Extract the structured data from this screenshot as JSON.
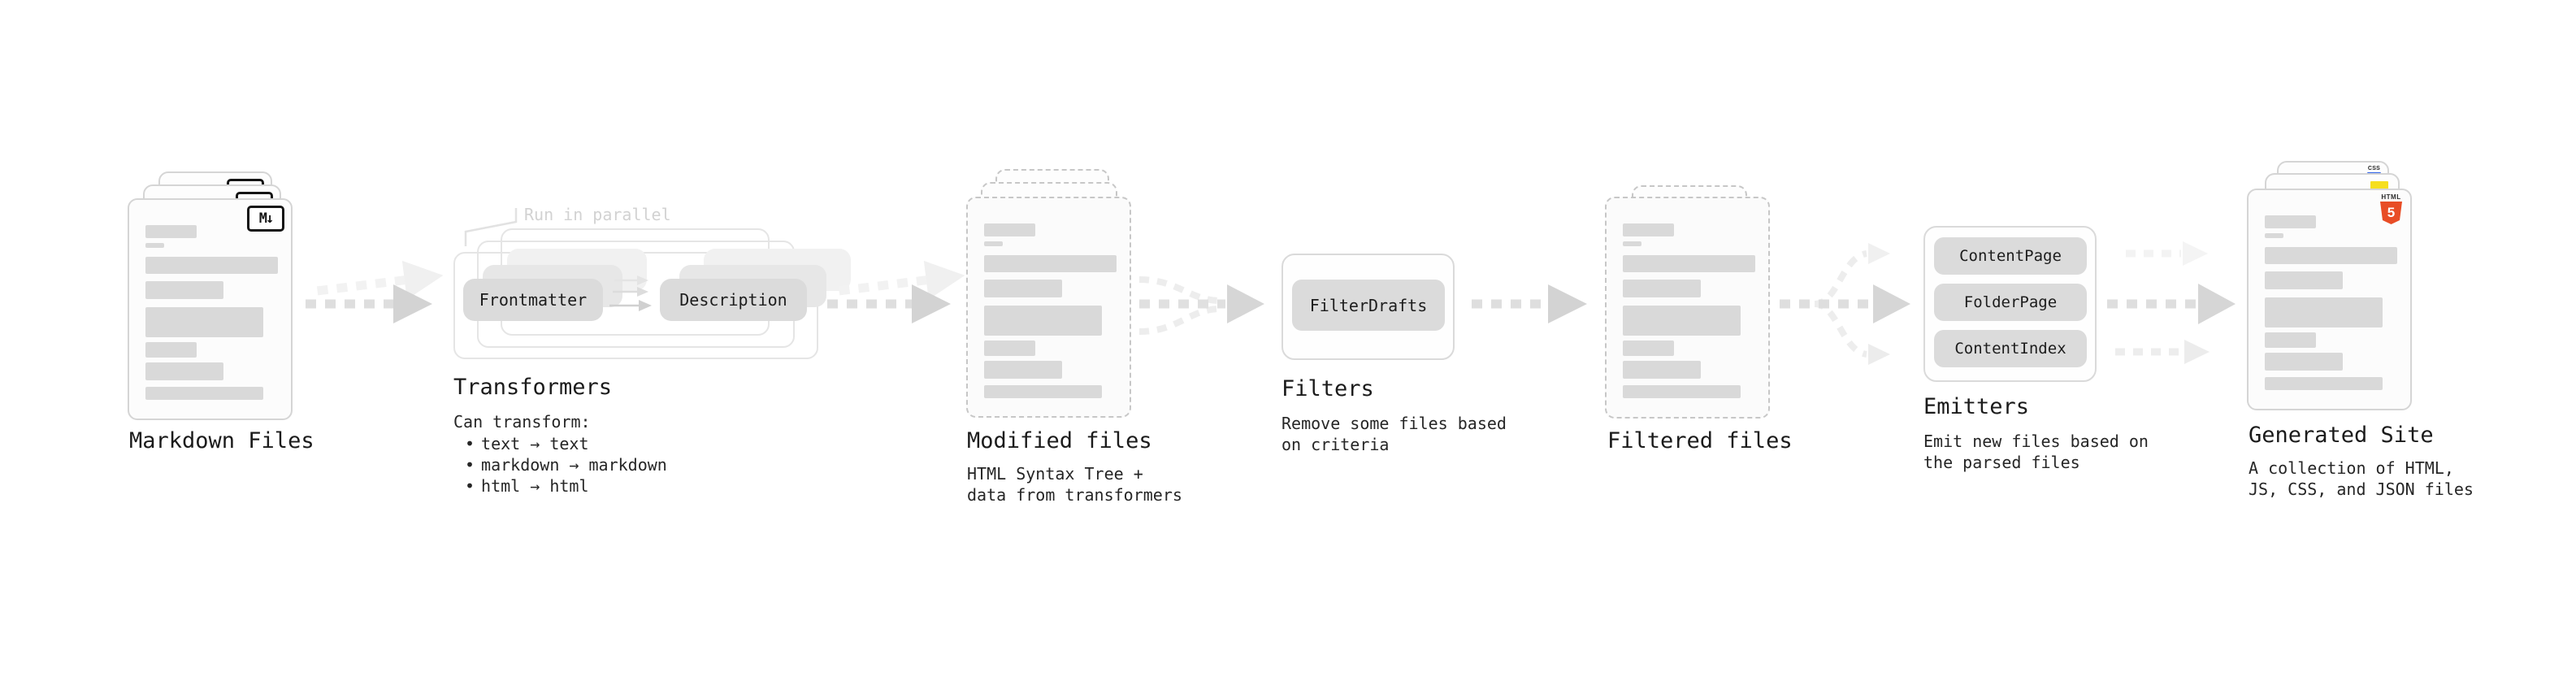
{
  "stages": {
    "markdown_files": {
      "label": "Markdown Files",
      "badge": "M↓"
    },
    "transformers": {
      "label": "Transformers",
      "annotation": "Run in parallel",
      "source_box": "Frontmatter",
      "result_box": "Description",
      "heading": "Can transform:",
      "bullet_marker": "•",
      "bullets": [
        "text → text",
        "markdown → markdown",
        "html → html"
      ]
    },
    "modified_files": {
      "label": "Modified files",
      "description_lines": [
        "HTML Syntax Tree +",
        "data from transformers"
      ]
    },
    "filters": {
      "label": "Filters",
      "box": "FilterDrafts",
      "description_lines": [
        "Remove some files based",
        "on criteria"
      ]
    },
    "filtered_files": {
      "label": "Filtered files"
    },
    "emitters": {
      "label": "Emitters",
      "boxes": [
        "ContentPage",
        "FolderPage",
        "ContentIndex"
      ],
      "description_lines": [
        "Emit new files based on",
        "the parsed files"
      ]
    },
    "generated_site": {
      "label": "Generated Site",
      "description_lines": [
        "A collection of HTML,",
        "JS, CSS, and JSON files"
      ],
      "html5_badge_top": "HTML",
      "html5_badge_number": "5",
      "css_badge": "CSS"
    }
  },
  "colors": {
    "html5_orange": "#e84d26",
    "js_yellow": "#f6df1f",
    "css_blue": "#2d62e8",
    "dark_arrow": "#d3d3d3",
    "light_arrow": "#efefef"
  }
}
